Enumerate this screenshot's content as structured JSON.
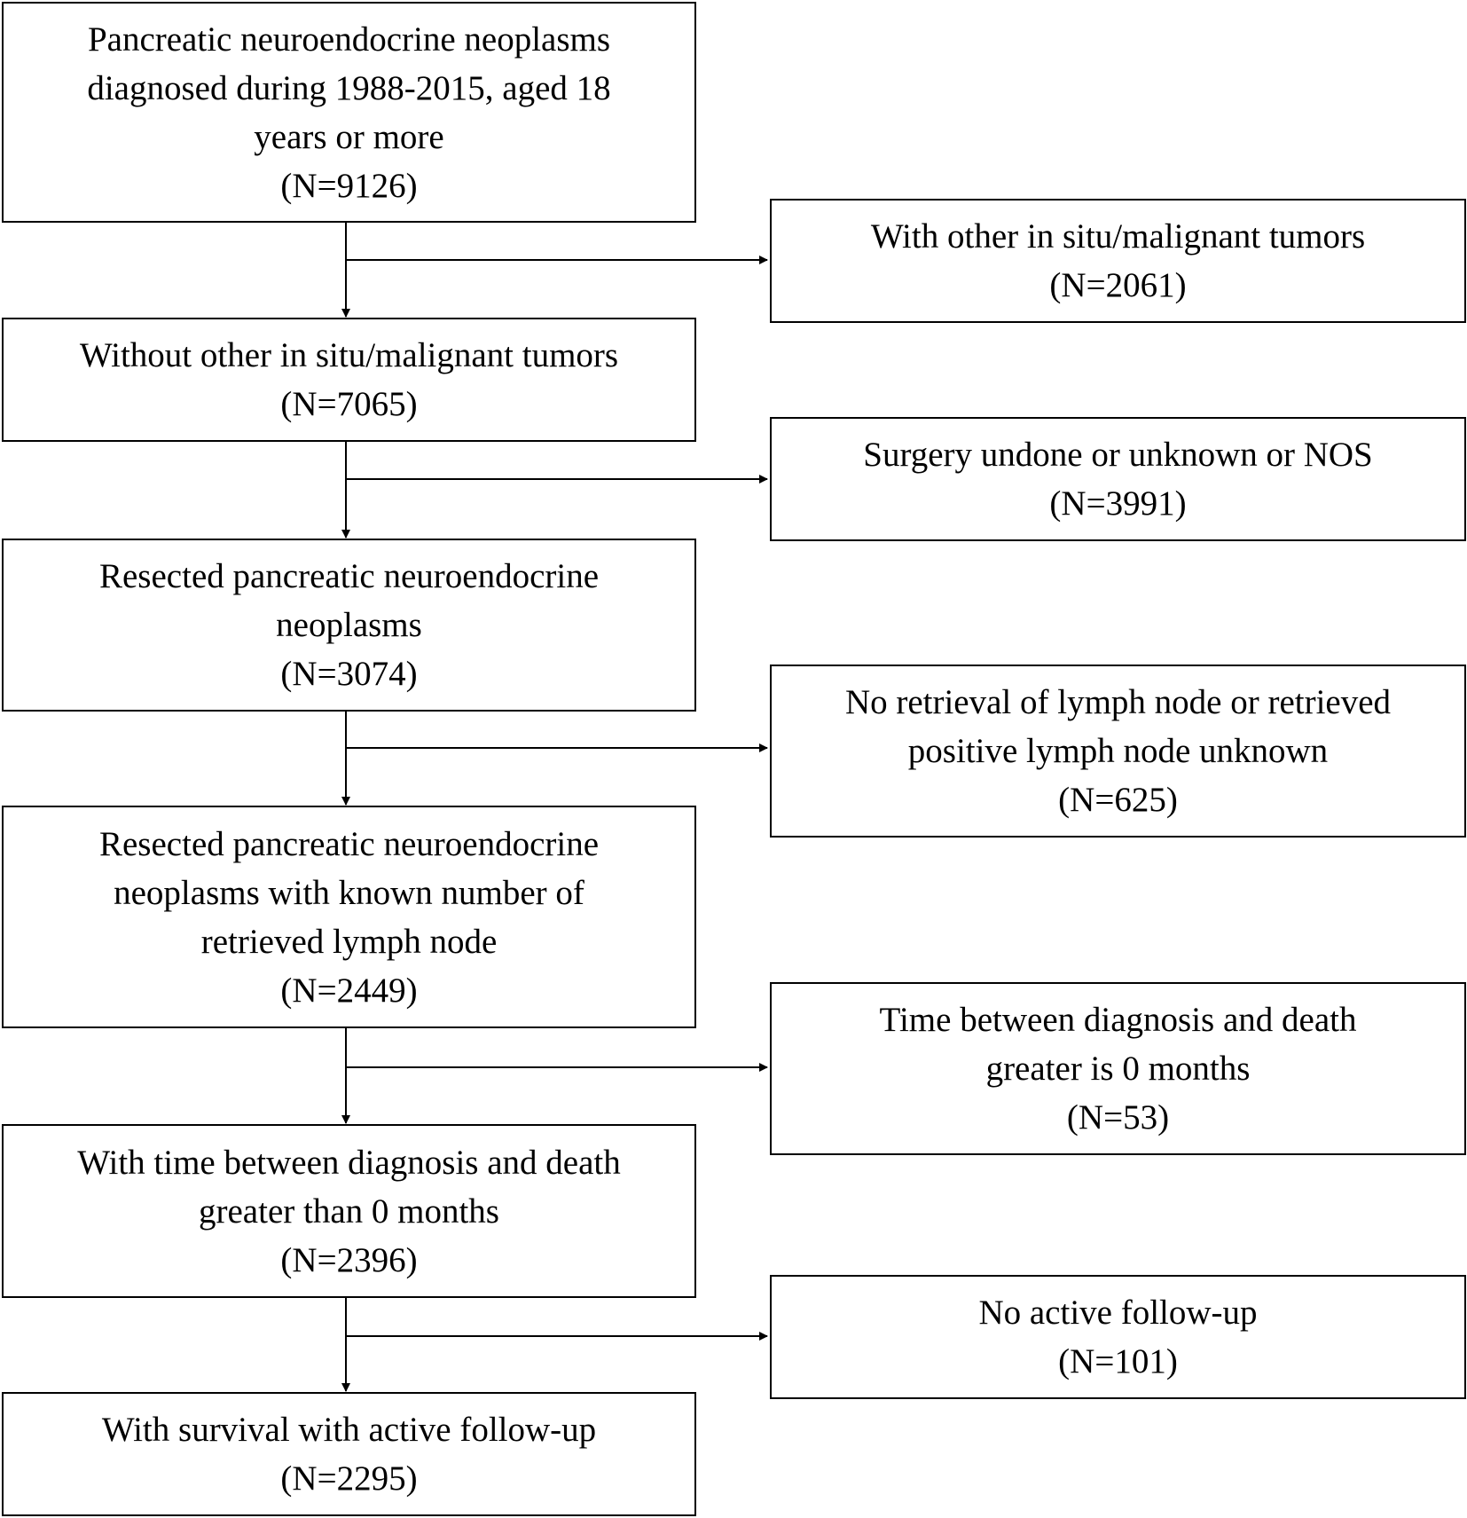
{
  "main_boxes": [
    {
      "lines": [
        "Pancreatic neuroendocrine neoplasms",
        "diagnosed during 1988-2015, aged 18",
        "years or more",
        "(N=9126)"
      ]
    },
    {
      "lines": [
        "Without other in situ/malignant tumors",
        "(N=7065)"
      ]
    },
    {
      "lines": [
        "Resected pancreatic neuroendocrine",
        "neoplasms",
        "(N=3074)"
      ]
    },
    {
      "lines": [
        "Resected pancreatic neuroendocrine",
        "neoplasms with known number of",
        "retrieved lymph node",
        "(N=2449)"
      ]
    },
    {
      "lines": [
        "With time between diagnosis and death",
        "greater than 0 months",
        "(N=2396)"
      ]
    },
    {
      "lines": [
        "With survival with active follow-up",
        "(N=2295)"
      ]
    }
  ],
  "exclusion_boxes": [
    {
      "lines": [
        "With other in situ/malignant tumors",
        "(N=2061)"
      ]
    },
    {
      "lines": [
        "Surgery undone or unknown or NOS",
        "(N=3991)"
      ]
    },
    {
      "lines": [
        "No retrieval of lymph node or retrieved",
        "positive lymph node unknown",
        "(N=625)"
      ]
    },
    {
      "lines": [
        "Time between diagnosis and death",
        "greater is 0 months",
        "(N=53)"
      ]
    },
    {
      "lines": [
        "No active follow-up",
        "(N=101)"
      ]
    }
  ]
}
